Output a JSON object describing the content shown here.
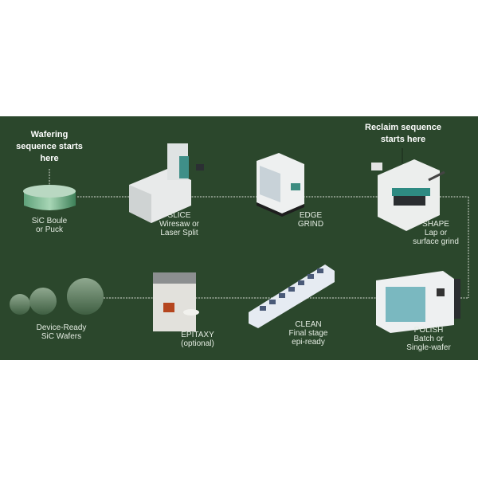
{
  "headers": {
    "wafering": [
      "Wafering",
      "sequence starts",
      "here"
    ],
    "reclaim": [
      "Reclaim sequence",
      "starts here"
    ]
  },
  "steps": [
    {
      "id": "boule",
      "lines": [
        "SiC Boule",
        "or Puck"
      ]
    },
    {
      "id": "slice",
      "lines": [
        "SLICE",
        "Wiresaw or",
        "Laser Split"
      ]
    },
    {
      "id": "edge",
      "lines": [
        "EDGE",
        "GRIND"
      ]
    },
    {
      "id": "shape",
      "lines": [
        "SHAPE",
        "Lap or",
        "surface grind"
      ]
    },
    {
      "id": "polish",
      "lines": [
        "POLISH",
        "Batch or",
        "Single-wafer"
      ]
    },
    {
      "id": "clean",
      "lines": [
        "CLEAN",
        "Final stage",
        "epi-ready"
      ]
    },
    {
      "id": "epitaxy",
      "lines": [
        "EPITAXY",
        "(optional)"
      ]
    },
    {
      "id": "wafers",
      "lines": [
        "Device-Ready",
        "SiC Wafers"
      ]
    }
  ],
  "colors": {
    "background": "#2b472c",
    "text": "#e4ece2",
    "line": "#d8ded6"
  }
}
